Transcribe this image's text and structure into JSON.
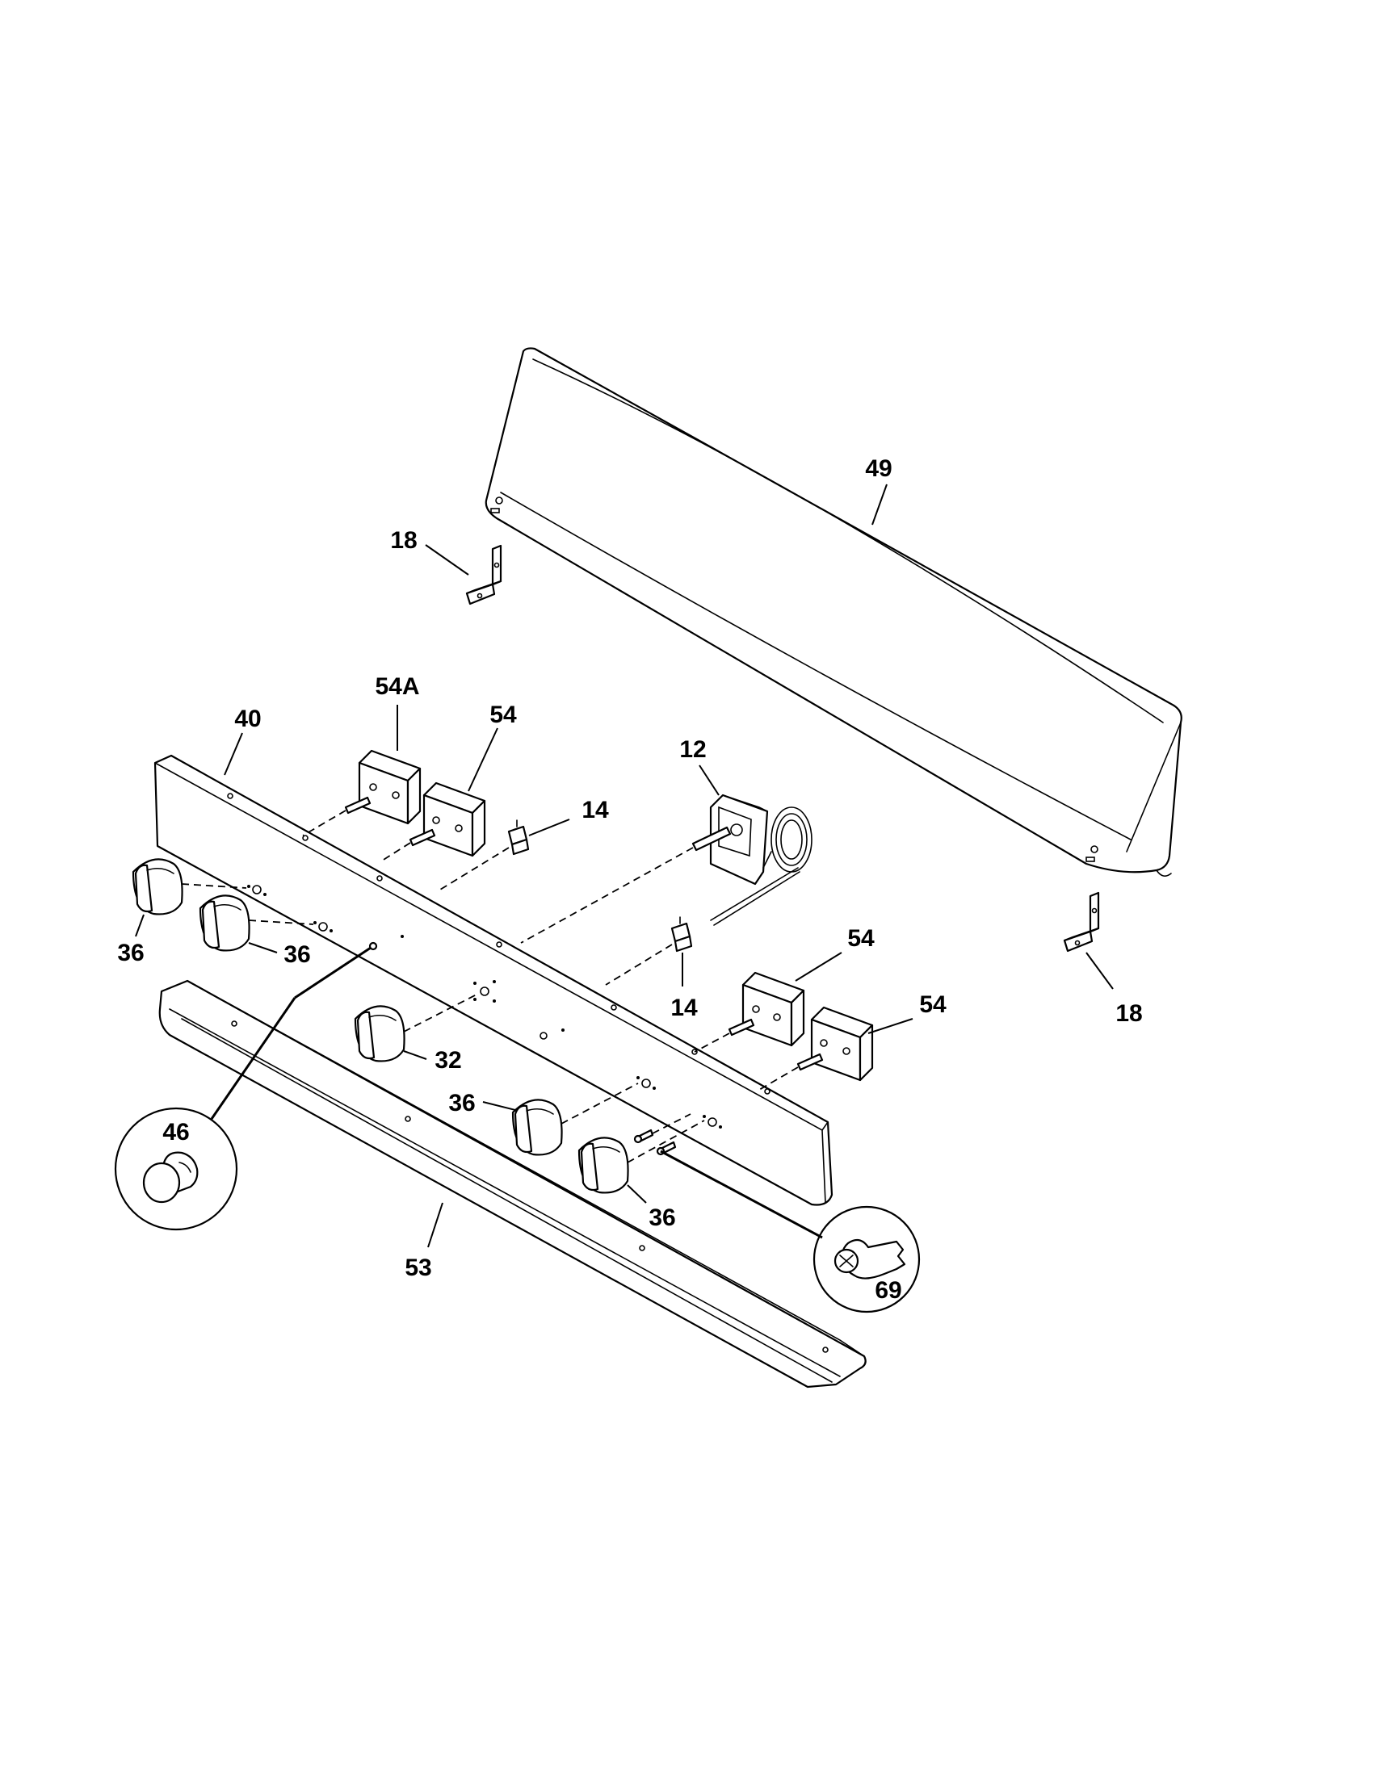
{
  "callouts": {
    "c49": "49",
    "c18a": "18",
    "c18b": "18",
    "c54A": "54A",
    "c54a": "54",
    "c54b": "54",
    "c54c": "54",
    "c40": "40",
    "c12": "12",
    "c14a": "14",
    "c14b": "14",
    "c36a": "36",
    "c36b": "36",
    "c36c": "36",
    "c36d": "36",
    "c32": "32",
    "c46": "46",
    "c53": "53",
    "c69": "69"
  },
  "icons": {
    "knob": "control-knob-icon",
    "switch": "infinite-switch-icon",
    "thermostat": "thermostat-icon",
    "screw": "screw-icon",
    "button": "push-button-icon",
    "bracket": "bracket-icon"
  }
}
